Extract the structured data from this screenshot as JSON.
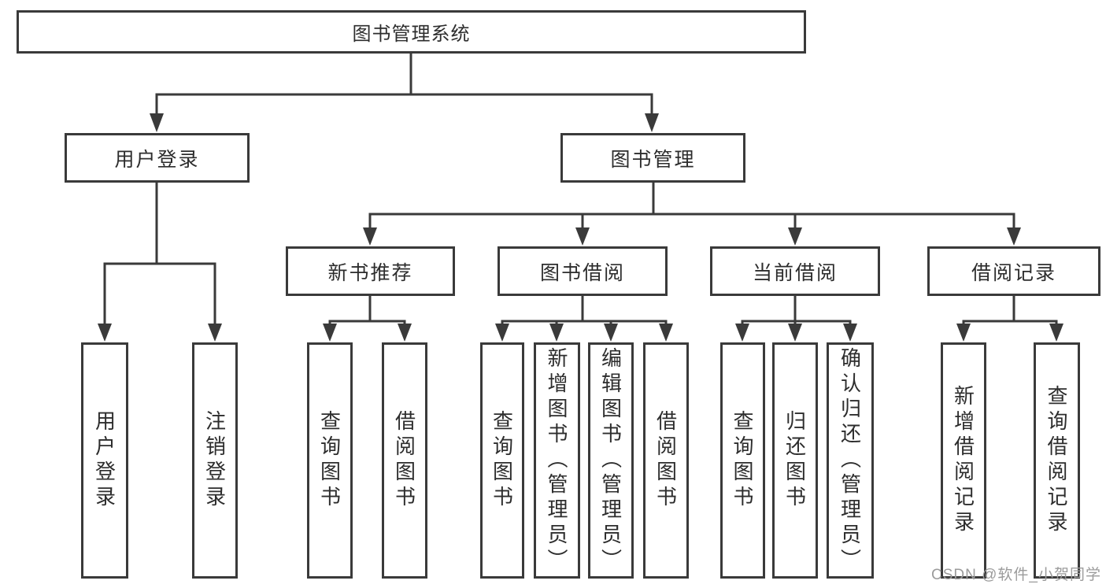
{
  "tree": {
    "label": "图书管理系统",
    "children": [
      {
        "label": "用户登录",
        "children": [
          {
            "label": "用户登录"
          },
          {
            "label": "注销登录"
          }
        ]
      },
      {
        "label": "图书管理",
        "children": [
          {
            "label": "新书推荐",
            "children": [
              {
                "label": "查询图书"
              },
              {
                "label": "借阅图书"
              }
            ]
          },
          {
            "label": "图书借阅",
            "children": [
              {
                "label": "查询图书"
              },
              {
                "label": "新增图书（管理员）"
              },
              {
                "label": "编辑图书（管理员）"
              },
              {
                "label": "借阅图书"
              }
            ]
          },
          {
            "label": "当前借阅",
            "children": [
              {
                "label": "查询图书"
              },
              {
                "label": "归还图书"
              },
              {
                "label": "确认归还（管理员）"
              }
            ]
          },
          {
            "label": "借阅记录",
            "children": [
              {
                "label": "新增借阅记录"
              },
              {
                "label": "查询借阅记录"
              }
            ]
          }
        ]
      }
    ]
  },
  "watermark": {
    "text": "CSDN @软件_小贺同学"
  },
  "colors": {
    "line": "#3a3a3a",
    "text": "#2d2d2d",
    "box_background": "#ffffff",
    "watermark": "#9b9b9b"
  }
}
